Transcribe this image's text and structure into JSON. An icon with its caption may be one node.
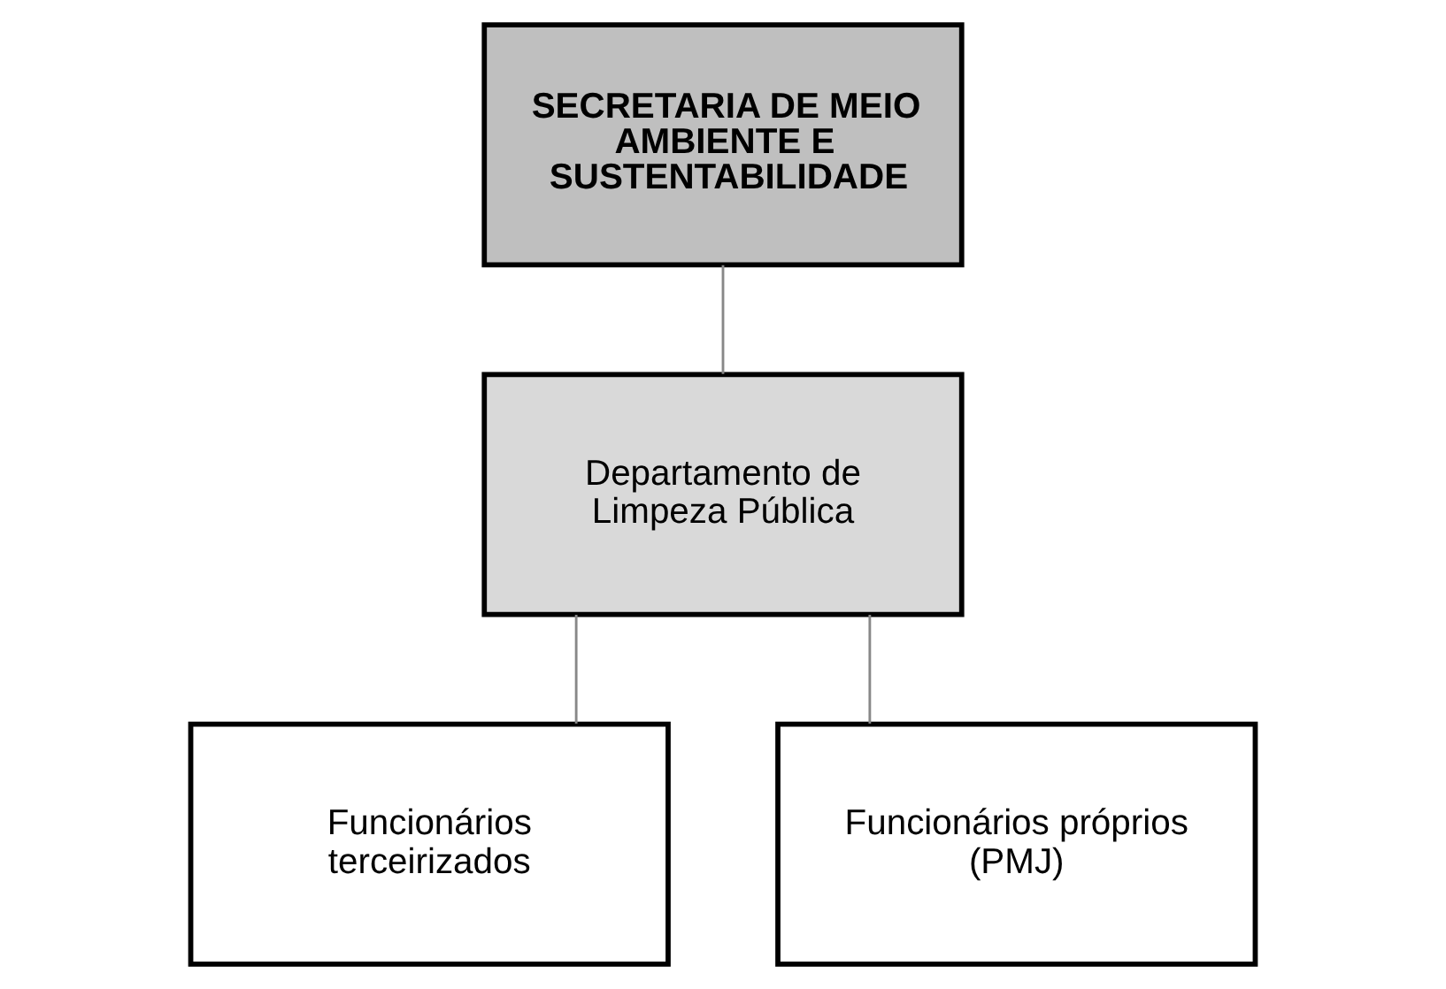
{
  "diagram": {
    "nodes": [
      {
        "text": [
          "SECRETARIA DE MEIO AMBIENTE E SUSTENTABILIDADE"
        ]
      },
      {
        "text": [
          "Departamento de Limpeza Pública"
        ]
      },
      {
        "text": [
          "Funcionários terceirizados"
        ]
      },
      {
        "text": [
          "Funcionários próprios (PMJ)"
        ]
      }
    ],
    "edges": [
      {
        "from": 0,
        "to": 1,
        "arrow": "none"
      },
      {
        "from": 1,
        "to": 2,
        "arrow": "none"
      },
      {
        "from": 1,
        "to": 3,
        "arrow": "none"
      }
    ]
  }
}
